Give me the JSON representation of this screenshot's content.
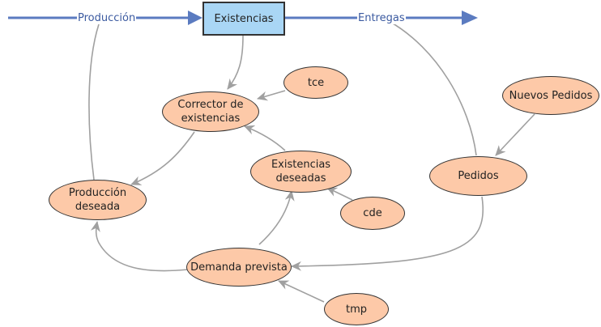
{
  "stock": {
    "label": "Existencias"
  },
  "flows": {
    "inflow": {
      "label": "Producción"
    },
    "outflow": {
      "label": "Entregas"
    }
  },
  "variables": {
    "tce": "tce",
    "corrector": "Corrector de\nexistencias",
    "produccion_deseada": "Producción\ndeseada",
    "existencias_deseadas": "Existencias\ndeseadas",
    "cde": "cde",
    "nuevos_pedidos": "Nuevos Pedidos",
    "pedidos": "Pedidos",
    "demanda_prevista": "Demanda prevista",
    "tmp": "tmp"
  },
  "colors": {
    "flow_arrow": "#5b7bc0",
    "stock_fill": "#a9d6f5",
    "variable_fill": "#fdc9a8",
    "link": "#a0a0a0"
  }
}
